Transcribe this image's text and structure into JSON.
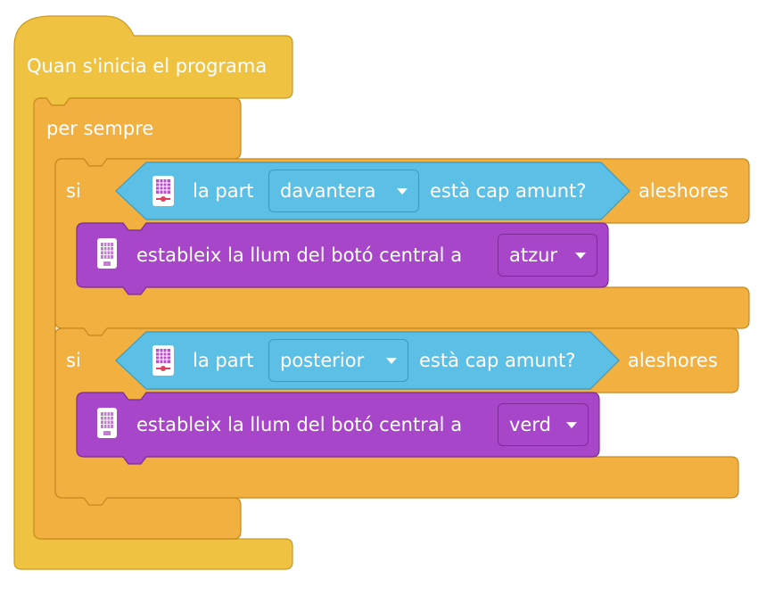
{
  "colors": {
    "event": "#f0c242",
    "control": "#f1b040",
    "sensing": "#5cc0e6",
    "light": "#a746c8",
    "text": "#ffffff"
  },
  "program": {
    "hat": {
      "label": "Quan s'inicia el programa"
    },
    "forever": {
      "label": "per sempre"
    },
    "if1": {
      "si_label": "si",
      "condition": {
        "prefix": "la part",
        "option": "davantera",
        "suffix": "està cap amunt?",
        "icon": "hub-tilt-icon"
      },
      "then_label": "aleshores",
      "action": {
        "label": "estableix la llum del botó central a",
        "option": "atzur",
        "icon": "hub-light-icon"
      }
    },
    "if2": {
      "si_label": "si",
      "condition": {
        "prefix": "la part",
        "option": "posterior",
        "suffix": "està cap amunt?",
        "icon": "hub-tilt-icon"
      },
      "then_label": "aleshores",
      "action": {
        "label": "estableix la llum del botó central a",
        "option": "verd",
        "icon": "hub-light-icon"
      }
    }
  }
}
